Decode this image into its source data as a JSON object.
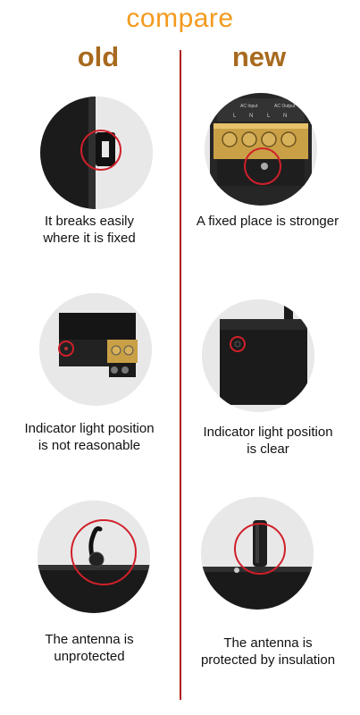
{
  "title": "compare",
  "columns": {
    "old": "old",
    "new": "new"
  },
  "rows": [
    {
      "old_caption": [
        "It breaks easily",
        "where it is fixed"
      ],
      "new_caption": [
        "A fixed place is stronger"
      ]
    },
    {
      "old_caption": [
        "Indicator light position",
        "is not reasonable"
      ],
      "new_caption": [
        "Indicator light position",
        "is clear"
      ]
    },
    {
      "old_caption": [
        "The antenna is",
        "unprotected"
      ],
      "new_caption": [
        "The antenna is",
        "protected by insulation"
      ]
    }
  ],
  "terminal_labels": {
    "input": "AC Input",
    "output": "AC Output",
    "l": "L",
    "n": "N"
  },
  "colors": {
    "title": "#f39a1e",
    "column_heads": "#a86a1e",
    "divider": "#b11c1c",
    "highlight_circle": "#d0202a"
  }
}
